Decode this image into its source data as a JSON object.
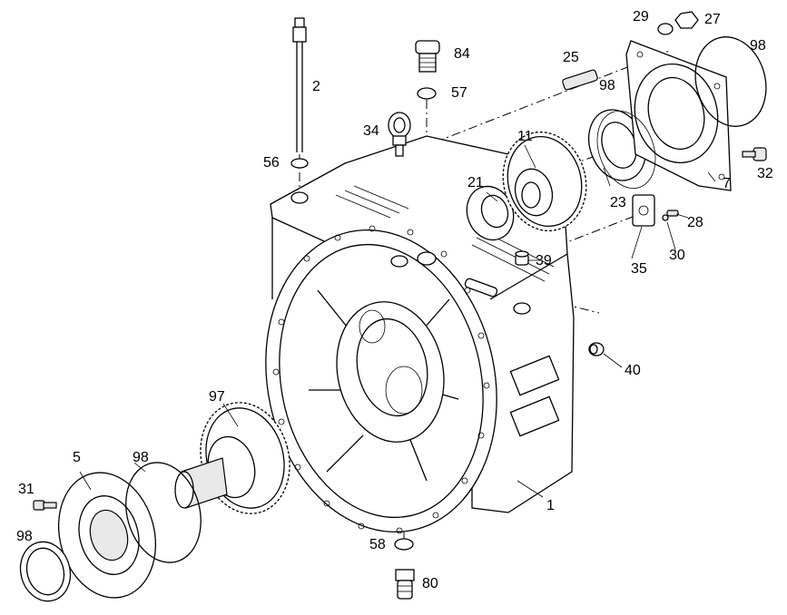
{
  "diagram": {
    "type": "exploded-view parts diagram",
    "callouts": {
      "c1": "1",
      "c2": "2",
      "c5": "5",
      "c7": "7",
      "c11": "11",
      "c21": "21",
      "c23": "23",
      "c25": "25",
      "c27": "27",
      "c28": "28",
      "c29": "29",
      "c30": "30",
      "c31": "31",
      "c32": "32",
      "c34": "34",
      "c35": "35",
      "c39": "39",
      "c40": "40",
      "c56": "56",
      "c57": "57",
      "c58": "58",
      "c80": "80",
      "c84": "84",
      "c97": "97",
      "c98a": "98",
      "c98b": "98",
      "c98c": "98",
      "c98d": "98"
    }
  }
}
